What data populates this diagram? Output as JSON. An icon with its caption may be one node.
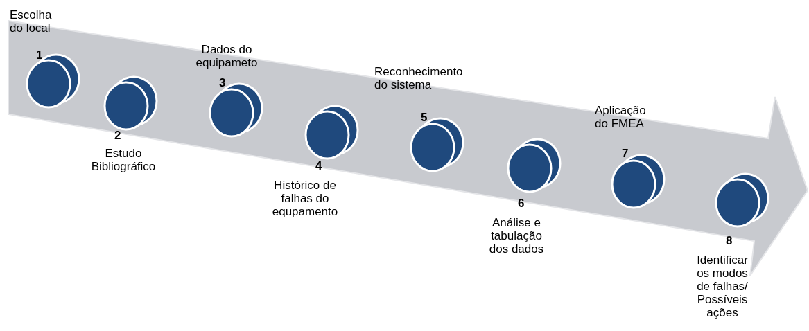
{
  "diagram": {
    "nodes": [
      {
        "text": [
          "Escolha do local",
          "1"
        ]
      },
      {
        "text": [
          "2",
          "Estudo Bibliográfico"
        ]
      },
      {
        "text": [
          "Dados do equipameto",
          "3"
        ]
      },
      {
        "text": [
          "4",
          "Histórico de falhas do equpamento"
        ]
      },
      {
        "text": [
          "Reconhecimento do sistema",
          "5"
        ]
      },
      {
        "text": [
          "6",
          "Análise e tabulação dos dados"
        ]
      },
      {
        "text": [
          "Aplicação do FMEA",
          "7"
        ]
      },
      {
        "text": [
          "8",
          "Identificar os modos de falhas/ Possíveis ações"
        ]
      }
    ]
  }
}
